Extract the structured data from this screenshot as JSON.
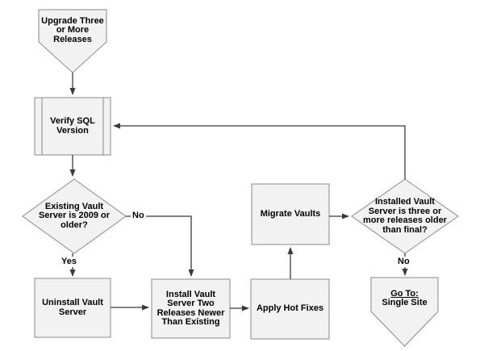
{
  "diagram": {
    "nodes": {
      "start": {
        "type": "off-page-connector",
        "label": "Upgrade Three\nor More\nReleases"
      },
      "verify_sql": {
        "type": "predefined-process",
        "label": "Verify SQL\nVersion"
      },
      "decision_2009": {
        "type": "decision",
        "label": "Existing Vault\nServer is 2009 or\nolder?"
      },
      "uninstall": {
        "type": "process",
        "label": "Uninstall Vault\nServer"
      },
      "install": {
        "type": "process",
        "label": "Install Vault\nServer Two\nReleases Newer\nThan Existing"
      },
      "apply_hot_fixes": {
        "type": "process",
        "label": "Apply Hot Fixes"
      },
      "migrate_vaults": {
        "type": "process",
        "label": "Migrate Vaults"
      },
      "decision_final": {
        "type": "decision",
        "label": "Installed Vault\nServer is three or\nmore releases older\nthan final?"
      },
      "goto_single_site": {
        "type": "off-page-connector",
        "line1": "Go To:",
        "line2": "Single Site"
      }
    },
    "edges": [
      {
        "from": "start",
        "to": "verify_sql",
        "label": ""
      },
      {
        "from": "verify_sql",
        "to": "decision_2009",
        "label": ""
      },
      {
        "from": "decision_2009",
        "to": "uninstall",
        "label": "Yes"
      },
      {
        "from": "decision_2009",
        "to": "install",
        "label": "No"
      },
      {
        "from": "uninstall",
        "to": "install",
        "label": ""
      },
      {
        "from": "install",
        "to": "apply_hot_fixes",
        "label": ""
      },
      {
        "from": "apply_hot_fixes",
        "to": "migrate_vaults",
        "label": ""
      },
      {
        "from": "migrate_vaults",
        "to": "decision_final",
        "label": ""
      },
      {
        "from": "decision_final",
        "to": "verify_sql",
        "label": ""
      },
      {
        "from": "decision_final",
        "to": "goto_single_site",
        "label": "No"
      }
    ],
    "edge_labels": {
      "yes": "Yes",
      "no_left": "No",
      "no_right": "No"
    },
    "colors": {
      "background": "#ffffff",
      "shape_fill": "#f2f2f2",
      "shape_border": "#8a8a8a",
      "connector": "#3a3a3a",
      "text": "#000000"
    }
  }
}
